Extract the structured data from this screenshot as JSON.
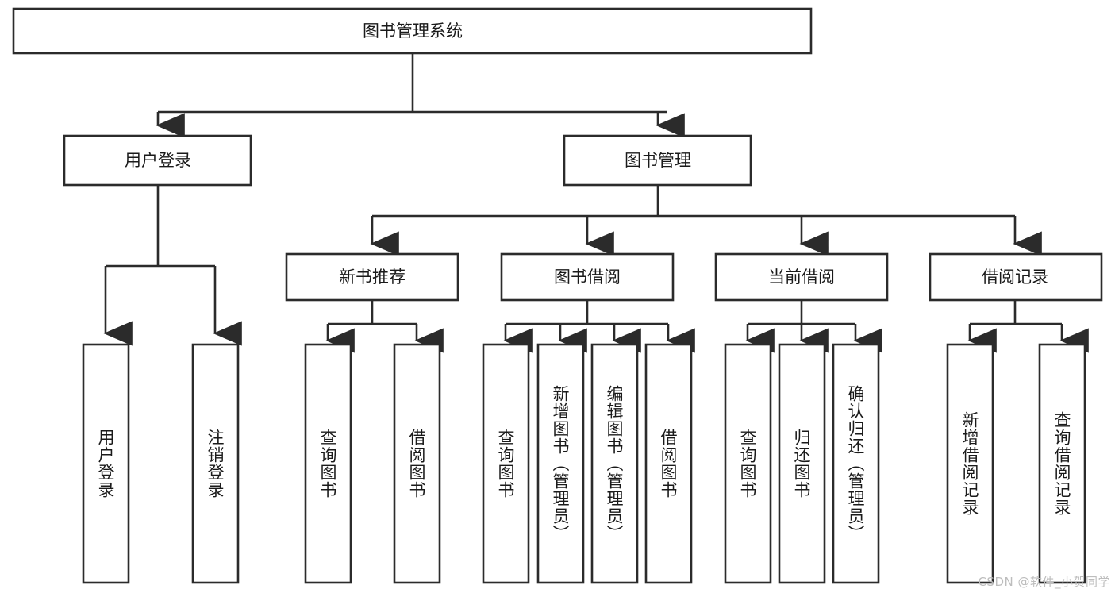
{
  "diagram": {
    "title": "图书管理系统",
    "type": "tree-hierarchy-diagram",
    "colors": {
      "stroke": "#2b2b2b",
      "fill": "#ffffff",
      "text": "#1a1a1a",
      "watermark": "#bdbdbd"
    },
    "root": {
      "label": "图书管理系统"
    },
    "level1": [
      {
        "label": "用户登录"
      },
      {
        "label": "图书管理"
      }
    ],
    "level2": [
      {
        "label": "新书推荐"
      },
      {
        "label": "图书借阅"
      },
      {
        "label": "当前借阅"
      },
      {
        "label": "借阅记录"
      }
    ],
    "leaves_user_login": [
      {
        "label": "用户登录"
      },
      {
        "label": "注销登录"
      }
    ],
    "leaves_new_book": [
      {
        "label": "查询图书"
      },
      {
        "label": "借阅图书"
      }
    ],
    "leaves_borrow": [
      {
        "label": "查询图书"
      },
      {
        "label": "新增图书（管理员）"
      },
      {
        "label": "编辑图书（管理员）"
      },
      {
        "label": "借阅图书"
      }
    ],
    "leaves_current": [
      {
        "label": "查询图书"
      },
      {
        "label": "归还图书"
      },
      {
        "label": "确认归还（管理员）"
      }
    ],
    "leaves_records": [
      {
        "label": "新增借阅记录"
      },
      {
        "label": "查询借阅记录"
      }
    ]
  },
  "watermark": {
    "text": "CSDN @软件_小贺同学"
  }
}
